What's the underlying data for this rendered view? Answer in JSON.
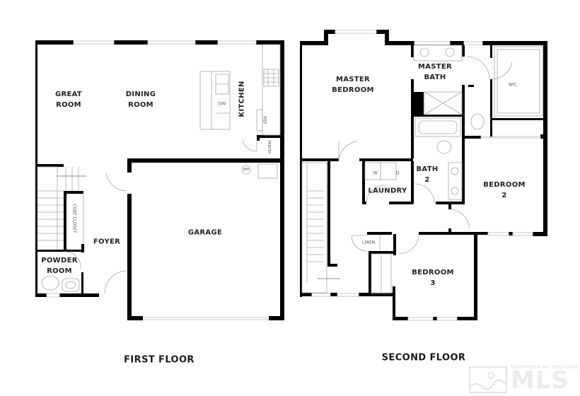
{
  "first_floor": {
    "title": "FIRST FLOOR",
    "rooms": {
      "great_room": "GREAT\nROOM",
      "dining_room": "DINING\nROOM",
      "kitchen": "KITCHEN",
      "pantry": "PANTRY",
      "garage": "GARAGE",
      "foyer": "FOYER",
      "coat_closet": "COAT CLOSET",
      "powder_room": "POWDER\nROOM"
    },
    "fixtures": {
      "dishwasher": "DW",
      "refrigerator": "REF",
      "water_heater": "WH"
    }
  },
  "second_floor": {
    "title": "SECOND FLOOR",
    "rooms": {
      "master_bedroom": "MASTER\nBEDROOM",
      "master_bath": "MASTER\nBATH",
      "wic": "WIC",
      "laundry": "LAUNDRY",
      "bath_2": "BATH\n2",
      "bedroom_2": "BEDROOM\n2",
      "bedroom_3": "BEDROOM\n3",
      "linen": "LINEN"
    },
    "fixtures": {
      "washer": "W",
      "dryer": "D"
    }
  },
  "watermark": {
    "org": "NORTHERN NV REGIONAL",
    "brand": "MLS"
  },
  "colors": {
    "wall": "#000000",
    "fixture_line": "#9a9a9a",
    "background": "#ffffff"
  }
}
